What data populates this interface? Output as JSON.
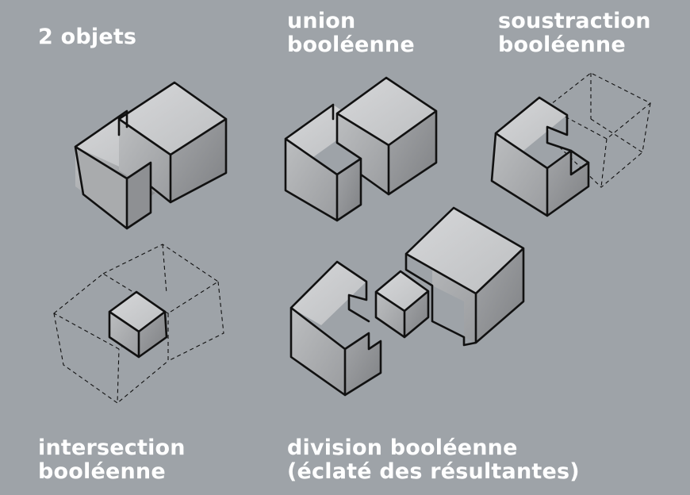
{
  "captions": {
    "two_objects": "2 objets",
    "union": [
      "union",
      "booléenne"
    ],
    "subtraction": [
      "soustraction",
      "booléenne"
    ],
    "intersection": [
      "intersection",
      "booléenne"
    ],
    "division": [
      "division booléenne",
      "(éclaté des résultantes)"
    ]
  },
  "colors": {
    "background": "#9ea3a8",
    "caption_text": "#ffffff",
    "edge": "#111111",
    "face_top": "#cfd1d3",
    "face_left": "#aeb0b2",
    "face_right": "#8d8f92"
  }
}
